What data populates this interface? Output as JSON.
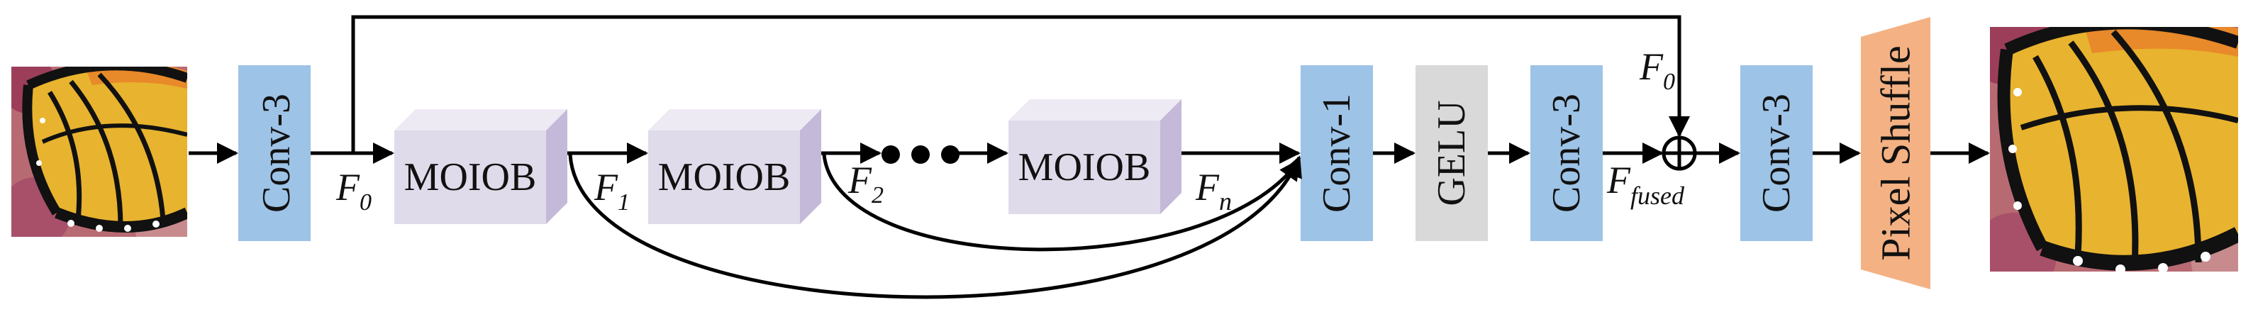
{
  "diagram": {
    "blocks": {
      "conv_in": "Conv-3",
      "moiob_1": "MOIOB",
      "moiob_2": "MOIOB",
      "moiob_n": "MOIOB",
      "conv1": "Conv-1",
      "gelu": "GELU",
      "conv3_mid": "Conv-3",
      "conv3_out": "Conv-3",
      "pixel_shuffle": "Pixel Shuffle"
    },
    "labels": {
      "f0_base": "F",
      "f0_sub": "0",
      "f1_base": "F",
      "f1_sub": "1",
      "f2_base": "F",
      "f2_sub": "2",
      "fn_base": "F",
      "fn_sub": "n",
      "f0_skip_base": "F",
      "f0_skip_sub": "0",
      "ffused_base": "F",
      "ffused_sub": "fused"
    },
    "colors": {
      "conv_blue": "#9dc3e6",
      "gelu_gray": "#d9d9d9",
      "moiob_front": "#e0dbea",
      "moiob_top": "#eeeaf4",
      "moiob_side": "#c4b9d8",
      "pixel_shuffle_orange": "#f4b183"
    },
    "images": {
      "input": "low-resolution-butterfly-image",
      "output": "high-resolution-butterfly-image"
    }
  }
}
